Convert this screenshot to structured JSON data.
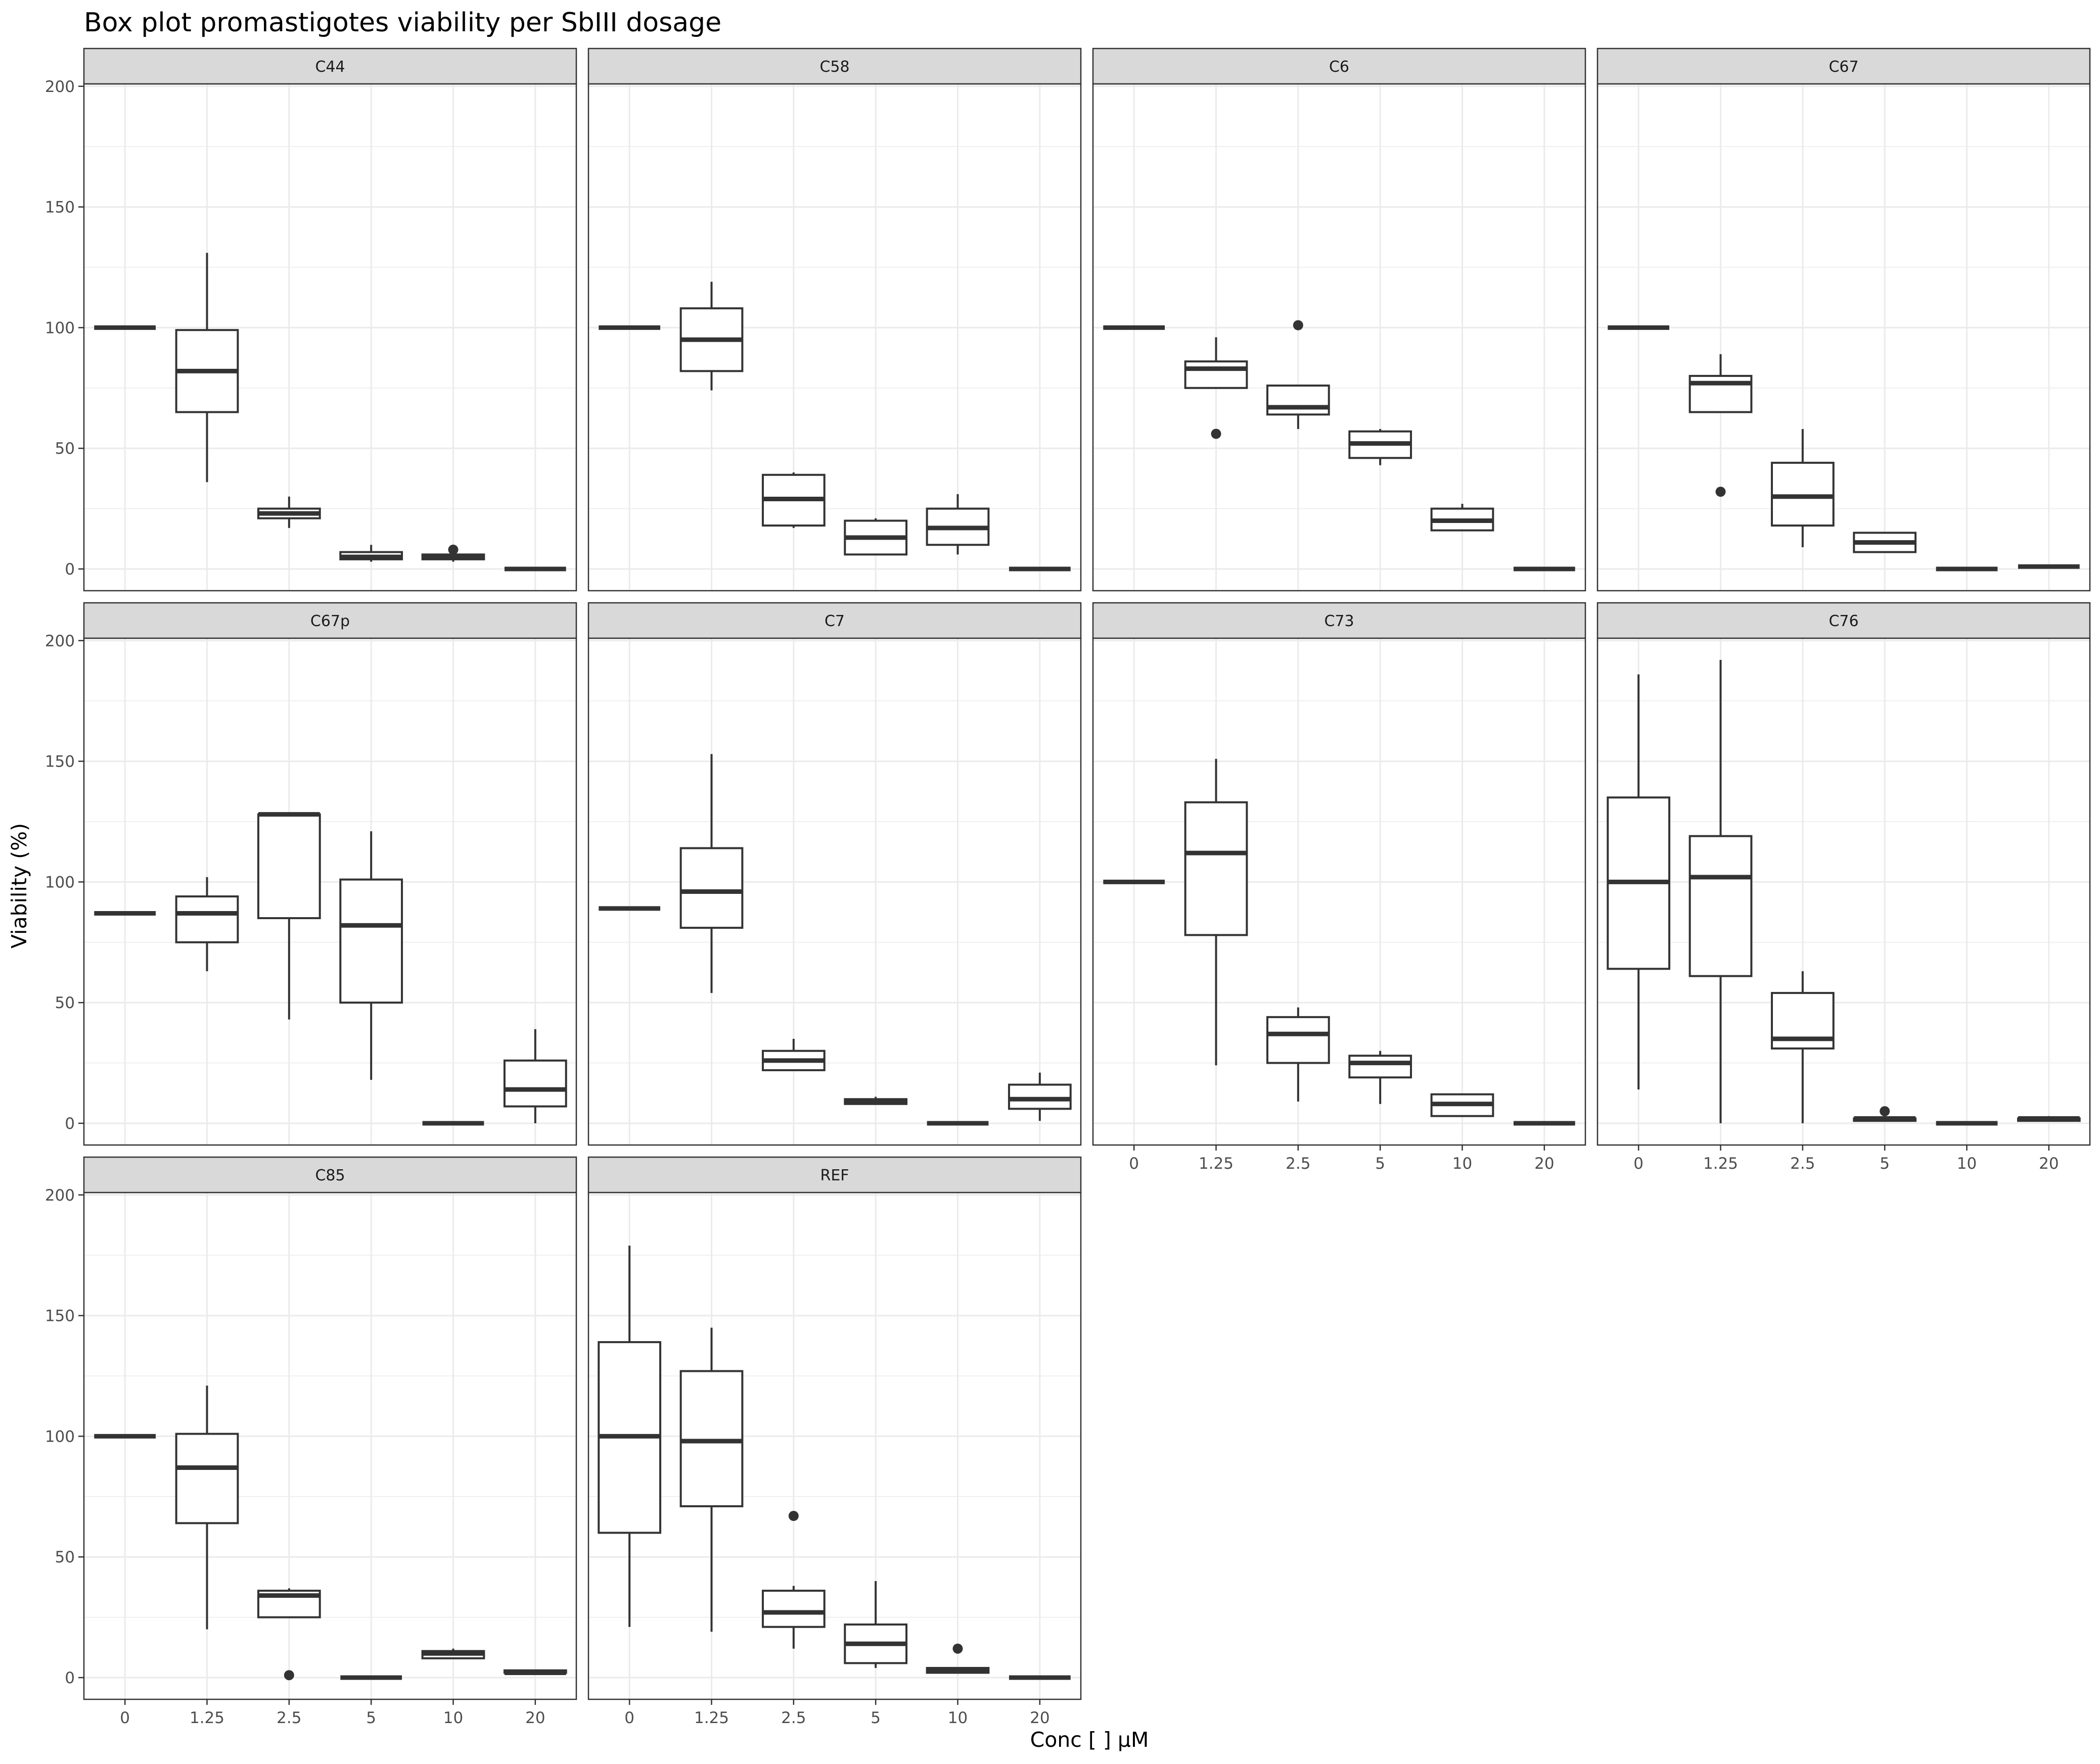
{
  "chart_data": {
    "type": "boxplot",
    "title": "Box plot promastigotes viability per SbIII dosage",
    "xlabel": "Conc [   ] µM",
    "ylabel": "Viability (%)",
    "categories": [
      "0",
      "1.25",
      "2.5",
      "5",
      "10",
      "20"
    ],
    "ylim": [
      -9,
      201
    ],
    "y_ticks": [
      0,
      50,
      100,
      150,
      200
    ],
    "grid": true,
    "facets": [
      {
        "name": "C44",
        "boxes": [
          {
            "min": 100,
            "q1": 100,
            "median": 100,
            "q3": 100,
            "max": 100,
            "outliers": []
          },
          {
            "min": 36,
            "q1": 65,
            "median": 82,
            "q3": 99,
            "max": 131,
            "outliers": []
          },
          {
            "min": 17,
            "q1": 21,
            "median": 23,
            "q3": 25,
            "max": 30,
            "outliers": []
          },
          {
            "min": 3,
            "q1": 4,
            "median": 5,
            "q3": 7,
            "max": 10,
            "outliers": []
          },
          {
            "min": 3,
            "q1": 4,
            "median": 5,
            "q3": 6,
            "max": 6,
            "outliers": [
              8
            ]
          },
          {
            "min": 0,
            "q1": 0,
            "median": 0,
            "q3": 0,
            "max": 0,
            "outliers": []
          }
        ]
      },
      {
        "name": "C58",
        "boxes": [
          {
            "min": 100,
            "q1": 100,
            "median": 100,
            "q3": 100,
            "max": 100,
            "outliers": []
          },
          {
            "min": 74,
            "q1": 82,
            "median": 95,
            "q3": 108,
            "max": 119,
            "outliers": []
          },
          {
            "min": 17,
            "q1": 18,
            "median": 29,
            "q3": 39,
            "max": 40,
            "outliers": []
          },
          {
            "min": 6,
            "q1": 6,
            "median": 13,
            "q3": 20,
            "max": 21,
            "outliers": []
          },
          {
            "min": 6,
            "q1": 10,
            "median": 17,
            "q3": 25,
            "max": 31,
            "outliers": []
          },
          {
            "min": 0,
            "q1": 0,
            "median": 0,
            "q3": 0,
            "max": 0,
            "outliers": []
          }
        ]
      },
      {
        "name": "C6",
        "boxes": [
          {
            "min": 100,
            "q1": 100,
            "median": 100,
            "q3": 100,
            "max": 100,
            "outliers": []
          },
          {
            "min": 75,
            "q1": 75,
            "median": 83,
            "q3": 86,
            "max": 96,
            "outliers": [
              56
            ]
          },
          {
            "min": 58,
            "q1": 64,
            "median": 67,
            "q3": 76,
            "max": 76,
            "outliers": [
              101
            ]
          },
          {
            "min": 43,
            "q1": 46,
            "median": 52,
            "q3": 57,
            "max": 58,
            "outliers": []
          },
          {
            "min": 16,
            "q1": 16,
            "median": 20,
            "q3": 25,
            "max": 27,
            "outliers": []
          },
          {
            "min": 0,
            "q1": 0,
            "median": 0,
            "q3": 0,
            "max": 0,
            "outliers": []
          }
        ]
      },
      {
        "name": "C67",
        "boxes": [
          {
            "min": 100,
            "q1": 100,
            "median": 100,
            "q3": 100,
            "max": 100,
            "outliers": []
          },
          {
            "min": 65,
            "q1": 65,
            "median": 77,
            "q3": 80,
            "max": 89,
            "outliers": [
              32
            ]
          },
          {
            "min": 9,
            "q1": 18,
            "median": 30,
            "q3": 44,
            "max": 58,
            "outliers": []
          },
          {
            "min": 7,
            "q1": 7,
            "median": 11,
            "q3": 15,
            "max": 15,
            "outliers": []
          },
          {
            "min": 0,
            "q1": 0,
            "median": 0,
            "q3": 0,
            "max": 0,
            "outliers": []
          },
          {
            "min": 1,
            "q1": 1,
            "median": 1,
            "q3": 1,
            "max": 1,
            "outliers": []
          }
        ]
      },
      {
        "name": "C67p",
        "boxes": [
          {
            "min": 87,
            "q1": 87,
            "median": 87,
            "q3": 87,
            "max": 87,
            "outliers": []
          },
          {
            "min": 63,
            "q1": 75,
            "median": 87,
            "q3": 94,
            "max": 102,
            "outliers": []
          },
          {
            "min": 43,
            "q1": 85,
            "median": 128,
            "q3": 128,
            "max": 128,
            "outliers": []
          },
          {
            "min": 18,
            "q1": 50,
            "median": 82,
            "q3": 101,
            "max": 121,
            "outliers": []
          },
          {
            "min": 0,
            "q1": 0,
            "median": 0,
            "q3": 0,
            "max": 0,
            "outliers": []
          },
          {
            "min": 0,
            "q1": 7,
            "median": 14,
            "q3": 26,
            "max": 39,
            "outliers": []
          }
        ]
      },
      {
        "name": "C7",
        "boxes": [
          {
            "min": 89,
            "q1": 89,
            "median": 89,
            "q3": 89,
            "max": 89,
            "outliers": []
          },
          {
            "min": 54,
            "q1": 81,
            "median": 96,
            "q3": 114,
            "max": 153,
            "outliers": []
          },
          {
            "min": 22,
            "q1": 22,
            "median": 26,
            "q3": 30,
            "max": 35,
            "outliers": []
          },
          {
            "min": 8,
            "q1": 8,
            "median": 9,
            "q3": 10,
            "max": 11,
            "outliers": []
          },
          {
            "min": 0,
            "q1": 0,
            "median": 0,
            "q3": 0,
            "max": 0,
            "outliers": []
          },
          {
            "min": 1,
            "q1": 6,
            "median": 10,
            "q3": 16,
            "max": 21,
            "outliers": []
          }
        ]
      },
      {
        "name": "C73",
        "boxes": [
          {
            "min": 100,
            "q1": 100,
            "median": 100,
            "q3": 100,
            "max": 100,
            "outliers": []
          },
          {
            "min": 24,
            "q1": 78,
            "median": 112,
            "q3": 133,
            "max": 151,
            "outliers": []
          },
          {
            "min": 9,
            "q1": 25,
            "median": 37,
            "q3": 44,
            "max": 48,
            "outliers": []
          },
          {
            "min": 8,
            "q1": 19,
            "median": 25,
            "q3": 28,
            "max": 30,
            "outliers": []
          },
          {
            "min": 3,
            "q1": 3,
            "median": 8,
            "q3": 12,
            "max": 12,
            "outliers": []
          },
          {
            "min": 0,
            "q1": 0,
            "median": 0,
            "q3": 0,
            "max": 0,
            "outliers": []
          }
        ]
      },
      {
        "name": "C76",
        "boxes": [
          {
            "min": 14,
            "q1": 64,
            "median": 100,
            "q3": 135,
            "max": 186,
            "outliers": []
          },
          {
            "min": 0,
            "q1": 61,
            "median": 102,
            "q3": 119,
            "max": 192,
            "outliers": []
          },
          {
            "min": 0,
            "q1": 31,
            "median": 35,
            "q3": 54,
            "max": 63,
            "outliers": []
          },
          {
            "min": 1,
            "q1": 1,
            "median": 2,
            "q3": 2,
            "max": 2,
            "outliers": [
              5
            ]
          },
          {
            "min": 0,
            "q1": 0,
            "median": 0,
            "q3": 0,
            "max": 0,
            "outliers": []
          },
          {
            "min": 1,
            "q1": 1,
            "median": 2,
            "q3": 2,
            "max": 3,
            "outliers": []
          }
        ]
      },
      {
        "name": "C85",
        "boxes": [
          {
            "min": 100,
            "q1": 100,
            "median": 100,
            "q3": 100,
            "max": 100,
            "outliers": []
          },
          {
            "min": 20,
            "q1": 64,
            "median": 87,
            "q3": 101,
            "max": 121,
            "outliers": []
          },
          {
            "min": 25,
            "q1": 25,
            "median": 34,
            "q3": 36,
            "max": 37,
            "outliers": [
              1
            ]
          },
          {
            "min": 0,
            "q1": 0,
            "median": 0,
            "q3": 0,
            "max": 0,
            "outliers": []
          },
          {
            "min": 8,
            "q1": 8,
            "median": 10,
            "q3": 11,
            "max": 12,
            "outliers": []
          },
          {
            "min": 2,
            "q1": 2,
            "median": 2,
            "q3": 3,
            "max": 3,
            "outliers": []
          }
        ]
      },
      {
        "name": "REF",
        "boxes": [
          {
            "min": 21,
            "q1": 60,
            "median": 100,
            "q3": 139,
            "max": 179,
            "outliers": []
          },
          {
            "min": 19,
            "q1": 71,
            "median": 98,
            "q3": 127,
            "max": 145,
            "outliers": []
          },
          {
            "min": 12,
            "q1": 21,
            "median": 27,
            "q3": 36,
            "max": 38,
            "outliers": [
              67
            ]
          },
          {
            "min": 4,
            "q1": 6,
            "median": 14,
            "q3": 22,
            "max": 40,
            "outliers": []
          },
          {
            "min": 2,
            "q1": 2,
            "median": 3,
            "q3": 4,
            "max": 4,
            "outliers": [
              12
            ]
          },
          {
            "min": 0,
            "q1": 0,
            "median": 0,
            "q3": 0,
            "max": 0,
            "outliers": []
          }
        ]
      }
    ]
  }
}
